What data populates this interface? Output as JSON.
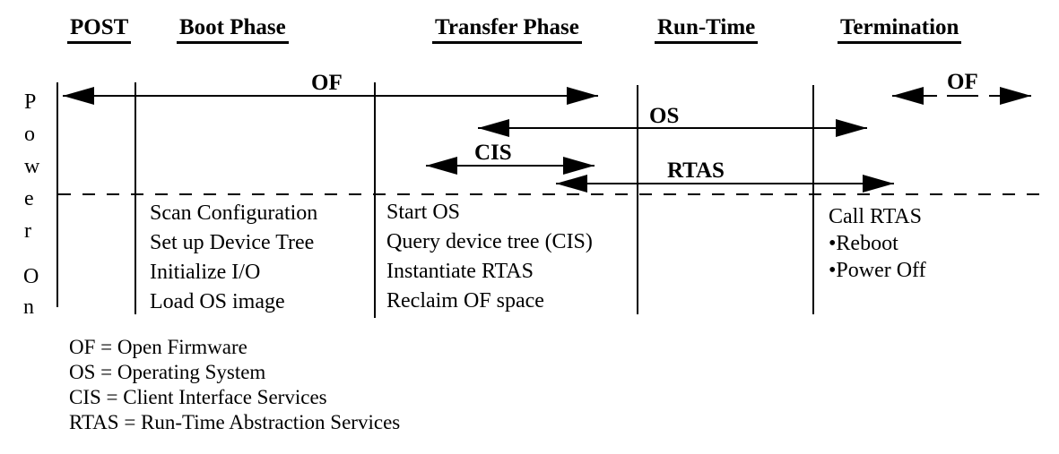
{
  "phases": {
    "post": "POST",
    "boot": "Boot Phase",
    "transfer": "Transfer Phase",
    "runtime": "Run-Time",
    "termination": "Termination"
  },
  "axis": {
    "power": "Power",
    "on": "On"
  },
  "arrows": {
    "of_main": "OF",
    "os": "OS",
    "cis": "CIS",
    "rtas": "RTAS",
    "of_termination": "OF"
  },
  "tasks": {
    "boot": [
      "Scan Configuration",
      "Set up Device Tree",
      "Initialize I/O",
      "Load OS image"
    ],
    "transfer": [
      "Start OS",
      "Query device tree (CIS)",
      "Instantiate RTAS",
      "Reclaim OF space"
    ],
    "termination": [
      "Call RTAS",
      "•Reboot",
      "•Power Off"
    ]
  },
  "legend": [
    "OF = Open Firmware",
    "OS = Operating System",
    "CIS = Client Interface Services",
    "RTAS = Run-Time Abstraction Services"
  ],
  "colors": {
    "ink": "#000000",
    "background": "#ffffff"
  }
}
